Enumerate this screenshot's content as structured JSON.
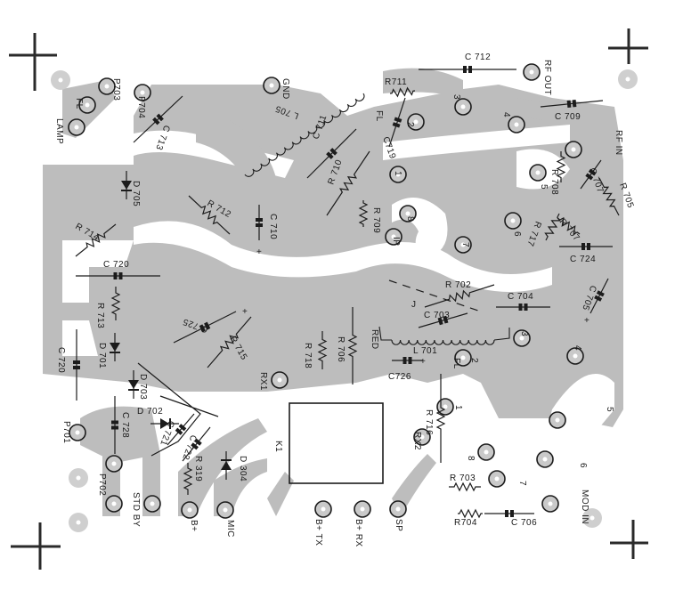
{
  "title": "PCB component layout (foil side view)",
  "colors": {
    "copper": "#bdbdbd",
    "ink": "#1c1c1c",
    "paper": "#ffffff"
  },
  "connectors": {
    "P703": "P703",
    "P704": "P704",
    "P701": "P701",
    "P702": "P702",
    "FL": "FL",
    "LAMP": "LAMP",
    "GND": "GND",
    "RF_OUT": "RF OUT",
    "RF_IN": "RF IN",
    "RED": "RED",
    "RX1": "RX1",
    "RX2": "RX2",
    "K1": "K1",
    "B_TX": "B+ TX",
    "B_RX": "B+ RX",
    "SP": "SP",
    "MOD_IN": "MOD IN",
    "STD_BY": "STD BY",
    "B_PLUS": "B+",
    "MIC": "MIC",
    "IP": "IP",
    "FL2": "FL"
  },
  "components": {
    "C712": "C 712",
    "C713": "C 713",
    "C711": "C 711",
    "C719": "C719",
    "C710": "C 710",
    "C709": "C 709",
    "C707": "C 707",
    "C724": "C 724",
    "C720a": "C 720",
    "C720b": "C 720",
    "C725": "C 725",
    "C703": "C 703",
    "C704": "C 704",
    "C705": "C 705",
    "C726": "C726",
    "C728": "C 728",
    "C721": "C 721",
    "C722": "C 722",
    "C706": "C 706",
    "R711": "R711",
    "R710": "R 710",
    "R709": "R 709",
    "R712": "R 712",
    "R714": "R 714",
    "R713": "R 713",
    "R715": "R 715",
    "R708": "R 708",
    "R705": "R 705",
    "R707": "R 707",
    "R717": "R 717",
    "R702": "R 702",
    "R718": "R 718",
    "R706": "R 706",
    "R716": "R 716",
    "R703": "R 703",
    "R704": "R704",
    "R319": "R 319",
    "L705": "L 705",
    "L701": "L 701",
    "D705": "D 705",
    "D701": "D 701",
    "D703": "D 703",
    "D702": "D 702",
    "D304": "D 304"
  },
  "pin_numbers": {
    "t_top_3": "3",
    "t_top_4": "4",
    "t_top_2": "2",
    "t_top_1": "1",
    "t_top_8": "8",
    "t_top_7": "7",
    "t_top_6": "6",
    "t_top_5": "5",
    "t_mid_3": "3",
    "t_mid_4": "4",
    "t_mid_2": "2",
    "t_mid_1": "1",
    "t_bot_5": "5",
    "t_bot_6": "6",
    "t_bot_7": "7",
    "t_bot_8": "8",
    "plus": "+",
    "j": "J"
  }
}
